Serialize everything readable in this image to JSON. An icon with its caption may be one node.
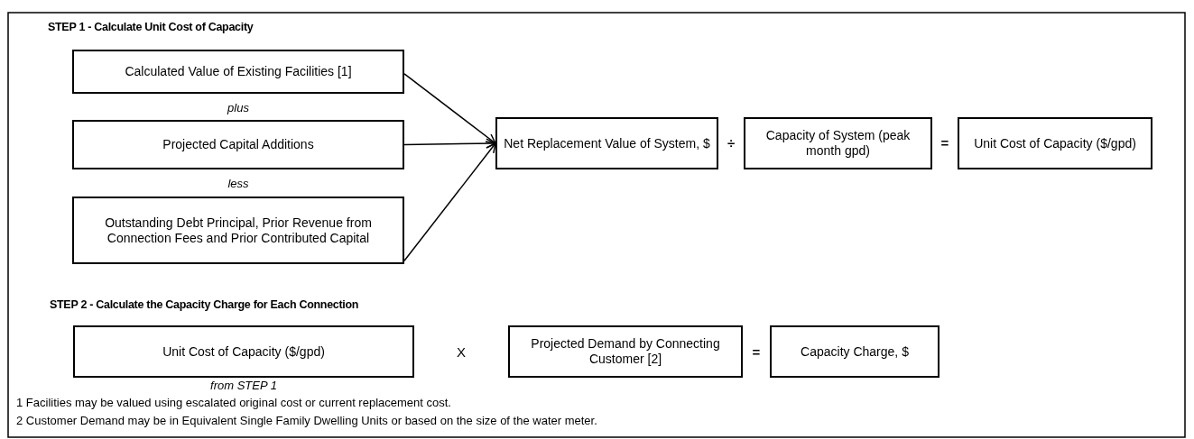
{
  "diagram": {
    "nodes": [
      {
        "text": [
          "Calculated Value of Existing Facilities [1]"
        ]
      },
      {
        "text": [
          "Projected Capital Additions"
        ]
      },
      {
        "text": [
          "Outstanding Debt Principal, Prior Revenue from Connection Fees and Prior Contributed Capital"
        ]
      },
      {
        "text": [
          "Net Replacement Value of System, $"
        ]
      },
      {
        "text": [
          "Capacity of System (peak month gpd)"
        ]
      },
      {
        "text": [
          "Unit Cost of Capacity ($/gpd)"
        ]
      },
      {
        "text": [
          "Unit Cost of Capacity ($/gpd)"
        ],
        "beside": [
          "from STEP 1"
        ]
      },
      {
        "text": [
          "Projected Demand by Connecting Customer [2]"
        ]
      },
      {
        "text": [
          "Capacity Charge, $"
        ]
      }
    ],
    "edges": [
      {
        "from": 0,
        "to": 3,
        "arrow": "to"
      },
      {
        "from": 1,
        "to": 3,
        "arrow": "to"
      },
      {
        "from": 2,
        "to": 3,
        "arrow": "to"
      }
    ],
    "labels": [
      "STEP 1 - Calculate Unit Cost of Capacity",
      "plus",
      "less",
      "÷",
      "=",
      "STEP 2 - Calculate the Capacity Charge for Each Connection",
      "X",
      "=",
      "1  Facilities may be valued using escalated original cost or current replacement cost.",
      "2  Customer Demand may be in Equivalent Single Family Dwelling Units or based on the size of the water meter."
    ]
  }
}
